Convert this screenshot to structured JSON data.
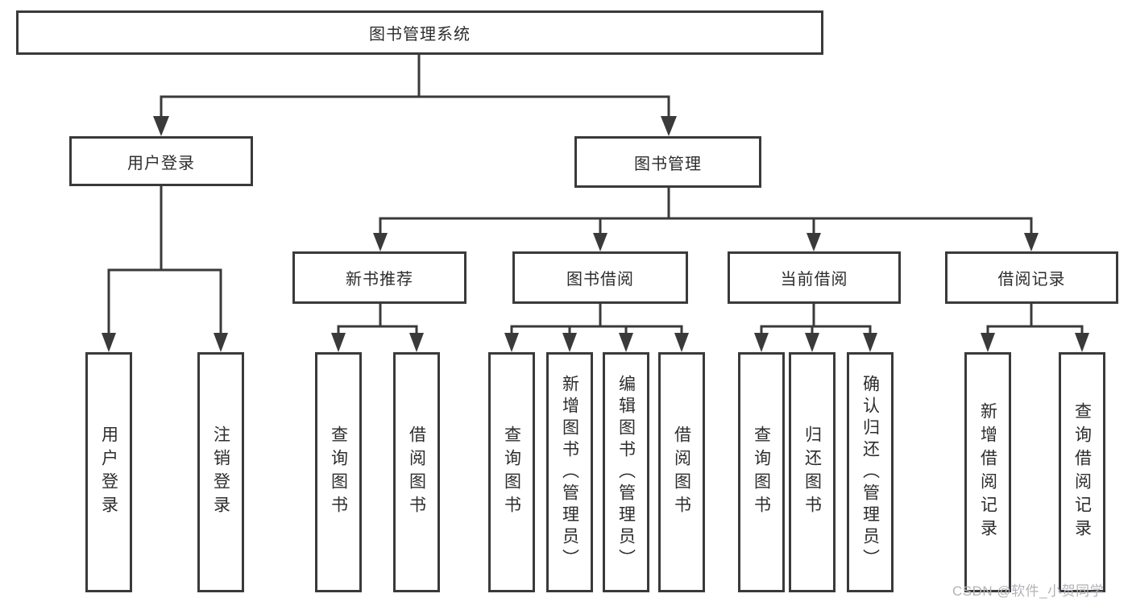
{
  "nodes": {
    "root": "图书管理系统",
    "user_login": "用户登录",
    "book_mgmt": "图书管理",
    "new_book_rec": "新书推荐",
    "book_borrowing": "图书借阅",
    "current_borrowing": "当前借阅",
    "borrowing_records": "借阅记录",
    "leaf_user_login": "用户登录",
    "leaf_logout": "注销登录",
    "leaf_query_book_newrec": "查询图书",
    "leaf_borrow_book_newrec": "借阅图书",
    "leaf_query_book_borrowing": "查询图书",
    "leaf_add_book_admin": "新增图书（管理员）",
    "leaf_edit_book_admin": "编辑图书（管理员）",
    "leaf_borrow_book_borrowing": "借阅图书",
    "leaf_query_book_current": "查询图书",
    "leaf_return_book": "归还图书",
    "leaf_confirm_return_admin": "确认归还（管理员）",
    "leaf_add_borrow_record": "新增借阅记录",
    "leaf_query_borrow_record": "查询借阅记录"
  },
  "watermark": "CSDN @软件_小贺同学",
  "colors": {
    "line": "#3a3a3a",
    "text": "#2d2d2d",
    "watermark": "#b2b2b8",
    "background": "#ffffff"
  }
}
